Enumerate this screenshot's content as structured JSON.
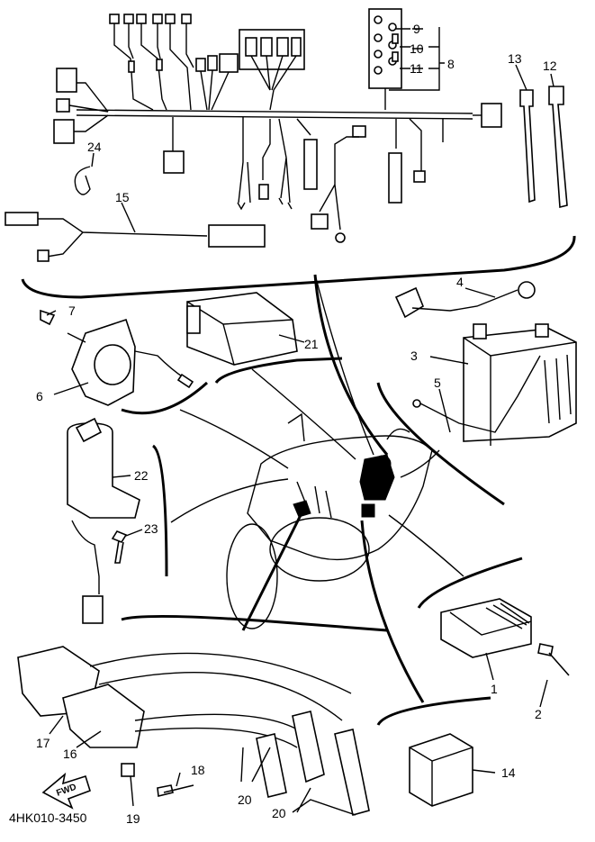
{
  "diagram": {
    "part_code": "4HK010-3450",
    "fwd_label": "FWD",
    "callouts": {
      "c1": "1",
      "c2": "2",
      "c3": "3",
      "c4": "4",
      "c5": "5",
      "c6": "6",
      "c7": "7",
      "c8": "8",
      "c9": "9",
      "c10": "10",
      "c11": "11",
      "c12": "12",
      "c13": "13",
      "c14": "14",
      "c15": "15",
      "c16": "16",
      "c17": "17",
      "c18": "18",
      "c19": "19",
      "c20a": "20",
      "c20b": "20",
      "c21": "21",
      "c22": "22",
      "c23": "23",
      "c24": "24"
    }
  }
}
